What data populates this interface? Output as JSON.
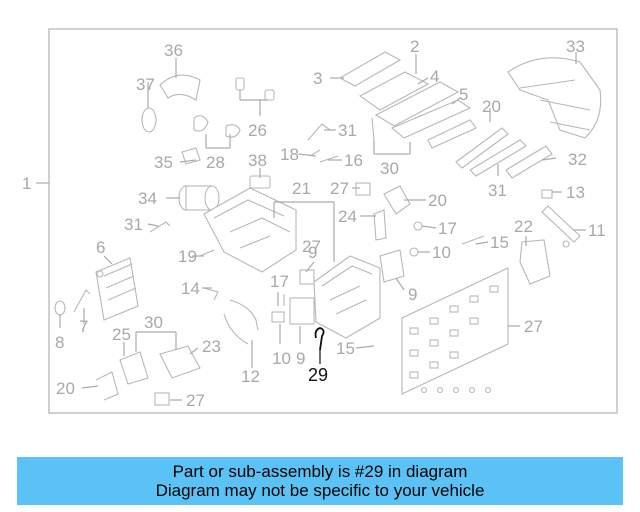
{
  "diagram": {
    "highlighted_part": "29",
    "callouts": [
      "1",
      "2",
      "3",
      "4",
      "5",
      "6",
      "7",
      "8",
      "9",
      "9",
      "9",
      "10",
      "10",
      "11",
      "12",
      "13",
      "14",
      "15",
      "15",
      "16",
      "17",
      "17",
      "18",
      "19",
      "20",
      "20",
      "20",
      "21",
      "22",
      "23",
      "24",
      "25",
      "26",
      "27",
      "27",
      "27",
      "27",
      "28",
      "29",
      "30",
      "30",
      "31",
      "31",
      "31",
      "32",
      "33",
      "34",
      "35",
      "36",
      "37",
      "38"
    ]
  },
  "notice": {
    "line1": "Part or sub-assembly is #29 in diagram",
    "line2": "Diagram may not be specific to your vehicle"
  },
  "colors": {
    "banner": "#5bc2f5",
    "lines": "#ababab",
    "highlight": "#111111"
  }
}
